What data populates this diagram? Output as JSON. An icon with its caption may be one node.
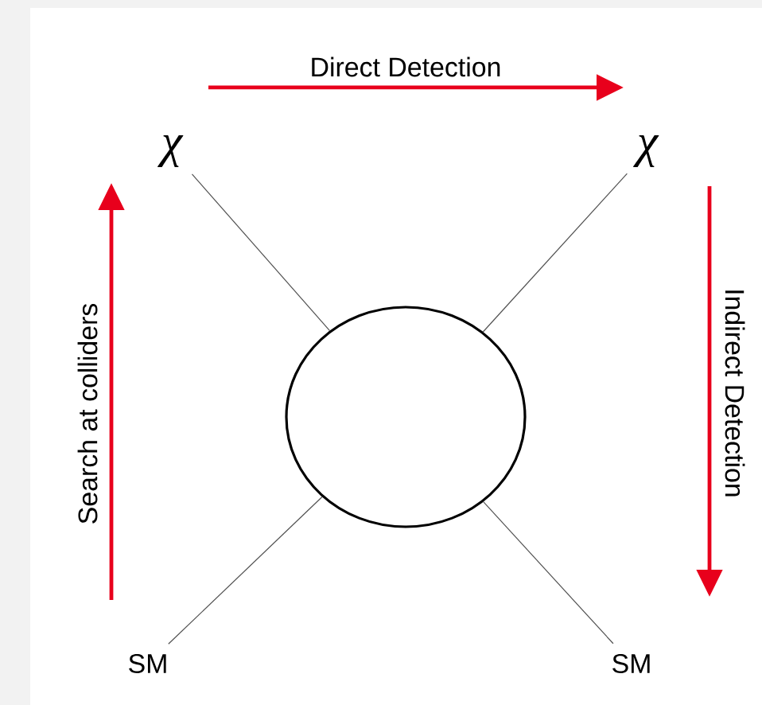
{
  "diagram": {
    "nodes": [
      {
        "text": [
          "χ"
        ]
      },
      {
        "text": [
          "χ"
        ]
      },
      {
        "text": [],
        "shape": "circle"
      },
      {
        "text": [
          "SM"
        ]
      },
      {
        "text": [
          "SM"
        ]
      }
    ],
    "edges": [
      {
        "from": 0,
        "to": 2,
        "arrow": "none"
      },
      {
        "from": 1,
        "to": 2,
        "arrow": "none"
      },
      {
        "from": 3,
        "to": 2,
        "arrow": "none"
      },
      {
        "from": 4,
        "to": 2,
        "arrow": "none"
      }
    ],
    "labels": [
      "Direct Detection",
      "Search at colliders",
      "Indirect Detection"
    ]
  }
}
